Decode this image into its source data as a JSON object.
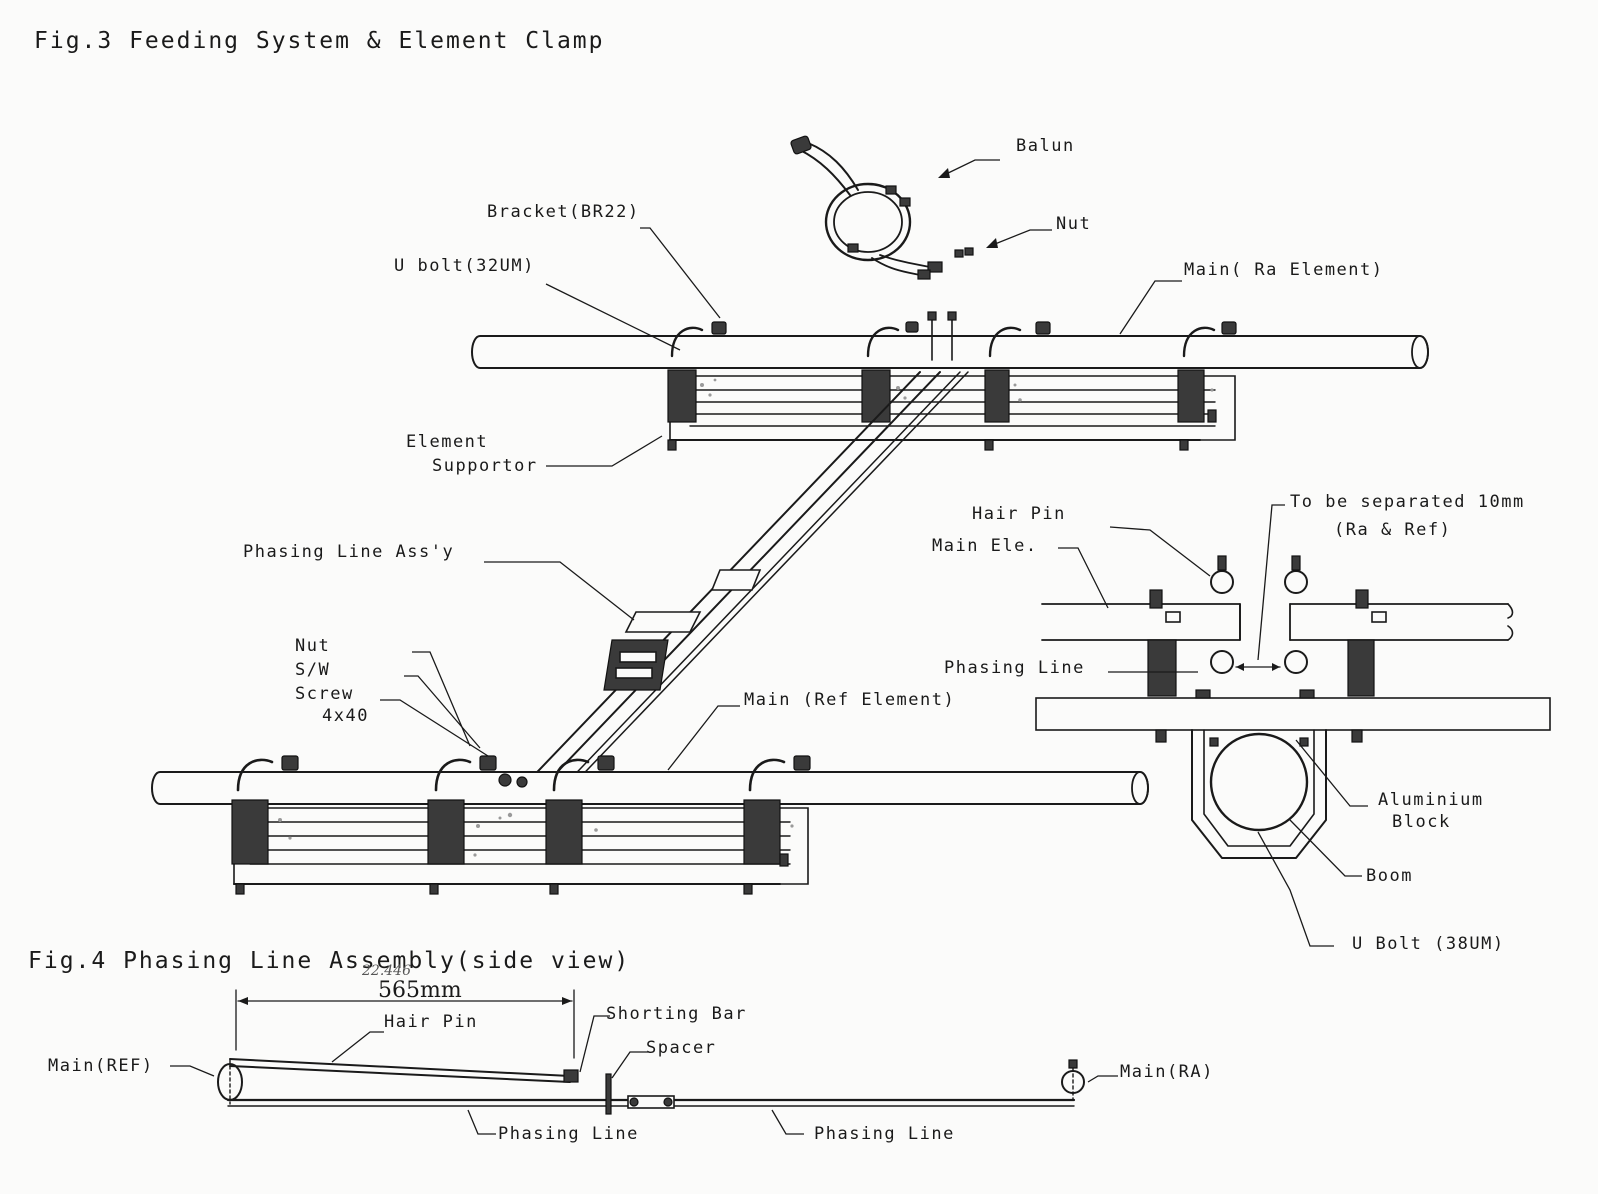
{
  "fig3": {
    "title": "Fig.3 Feeding System & Element Clamp",
    "labels": {
      "balun": "Balun",
      "nut_top": "Nut",
      "bracket": "Bracket(BR22)",
      "u_bolt_32": "U bolt(32UM)",
      "main_ra": "Main( Ra Element)",
      "element_line1": "Element",
      "element_line2": "Supportor",
      "phasing_assy": "Phasing Line Ass'y",
      "nut": "Nut",
      "sw": "S/W",
      "screw": "Screw",
      "screw_size": "4x40",
      "main_ref": "Main (Ref Element)",
      "hair_pin": "Hair Pin",
      "main_ele": "Main Ele.",
      "separated_line1": "To be separated 10mm",
      "separated_line2": "(Ra & Ref)",
      "phasing_line": "Phasing Line",
      "aluminium_line1": "Aluminium",
      "aluminium_line2": "Block",
      "boom": "Boom",
      "u_bolt_38": "U Bolt (38UM)"
    }
  },
  "fig4": {
    "title": "Fig.4 Phasing Line Assembly(side view)",
    "dimension": "565mm",
    "dimension_note": "22.446",
    "labels": {
      "hair_pin": "Hair Pin",
      "shorting_bar": "Shorting Bar",
      "spacer": "Spacer",
      "main_ref": "Main(REF)",
      "main_ra": "Main(RA)",
      "phasing_line_left": "Phasing Line",
      "phasing_line_right": "Phasing Line"
    }
  }
}
